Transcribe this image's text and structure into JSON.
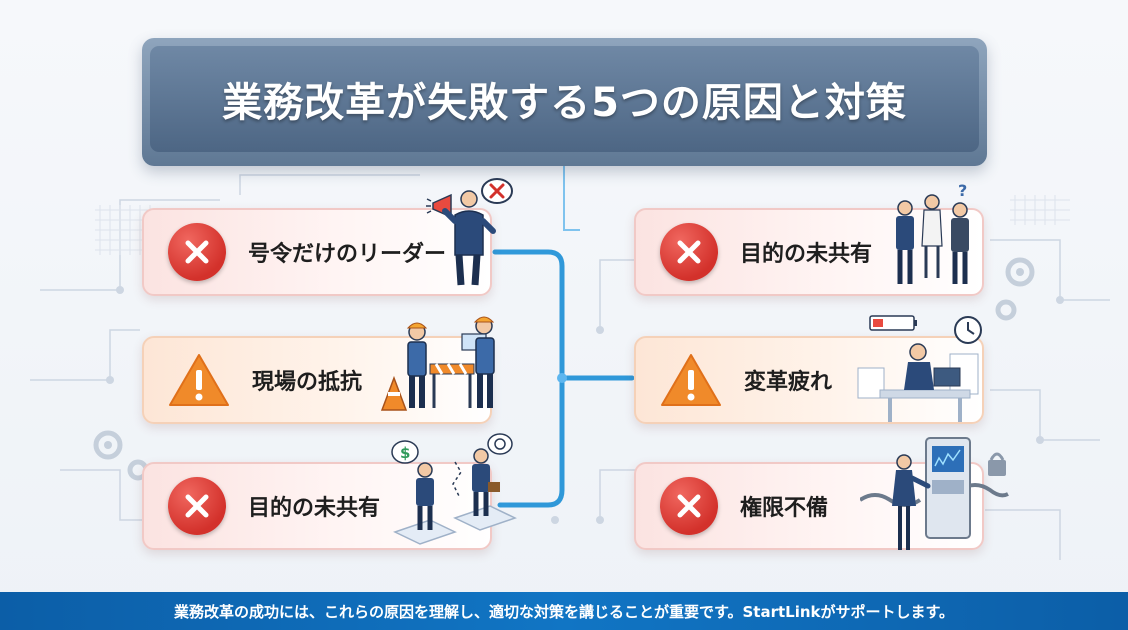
{
  "title": "業務改革が失敗する5つの原因と対策",
  "left_cards": [
    {
      "label": "号令だけのリーダー",
      "icon": "cross-icon"
    },
    {
      "label": "現場の抵抗",
      "icon": "warning-icon"
    },
    {
      "label": "目的の未共有",
      "icon": "cross-icon"
    }
  ],
  "right_cards": [
    {
      "label": "目的の未共有",
      "icon": "cross-icon"
    },
    {
      "label": "変革疲れ",
      "icon": "warning-icon"
    },
    {
      "label": "権限不備",
      "icon": "cross-icon"
    }
  ],
  "footer": {
    "text": "業務改革の成功には、これらの原因を理解し、適切な対策を講じることが重要です。StartLinkがサポートします。"
  },
  "colors": {
    "title_bg": "#5f7894",
    "cross": "#d3312b",
    "warning": "#f08a2a",
    "connector": "#1b8fd6",
    "footer_bg": "#0c5ea7"
  }
}
